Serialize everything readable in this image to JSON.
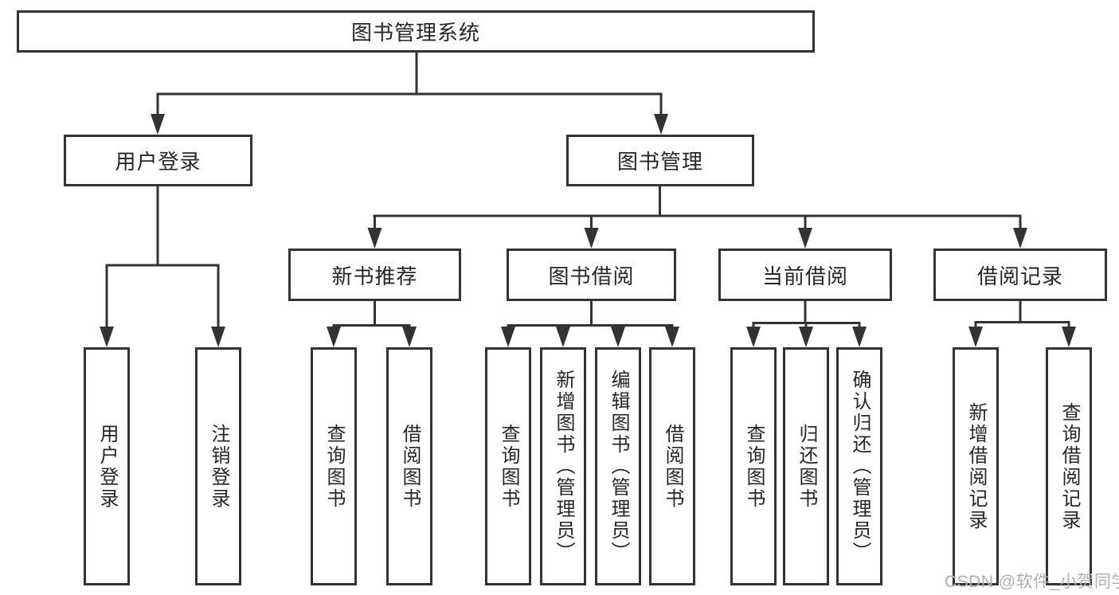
{
  "diagram": {
    "type": "hierarchy-tree",
    "line_color": "#333333",
    "box_border_color": "#333333",
    "box_fill_color": "#ffffff",
    "text_color": "#262626",
    "background_color": "#ffffff"
  },
  "tree": {
    "label": "图书管理系统",
    "children": [
      {
        "label": "用户登录",
        "children": [
          {
            "label": "用户登录"
          },
          {
            "label": "注销登录"
          }
        ]
      },
      {
        "label": "图书管理",
        "children": [
          {
            "label": "新书推荐",
            "children": [
              {
                "label": "查询图书"
              },
              {
                "label": "借阅图书"
              }
            ]
          },
          {
            "label": "图书借阅",
            "children": [
              {
                "label": "查询图书"
              },
              {
                "label": "新增图书（管理员）"
              },
              {
                "label": "编辑图书（管理员）"
              },
              {
                "label": "借阅图书"
              }
            ]
          },
          {
            "label": "当前借阅",
            "children": [
              {
                "label": "查询图书"
              },
              {
                "label": "归还图书"
              },
              {
                "label": "确认归还（管理员）"
              }
            ]
          },
          {
            "label": "借阅记录",
            "children": [
              {
                "label": "新增借阅记录"
              },
              {
                "label": "查询借阅记录"
              }
            ]
          }
        ]
      }
    ]
  },
  "watermark": {
    "text": "CSDN @软件_小贺同学",
    "color": "#b0b0b0"
  }
}
